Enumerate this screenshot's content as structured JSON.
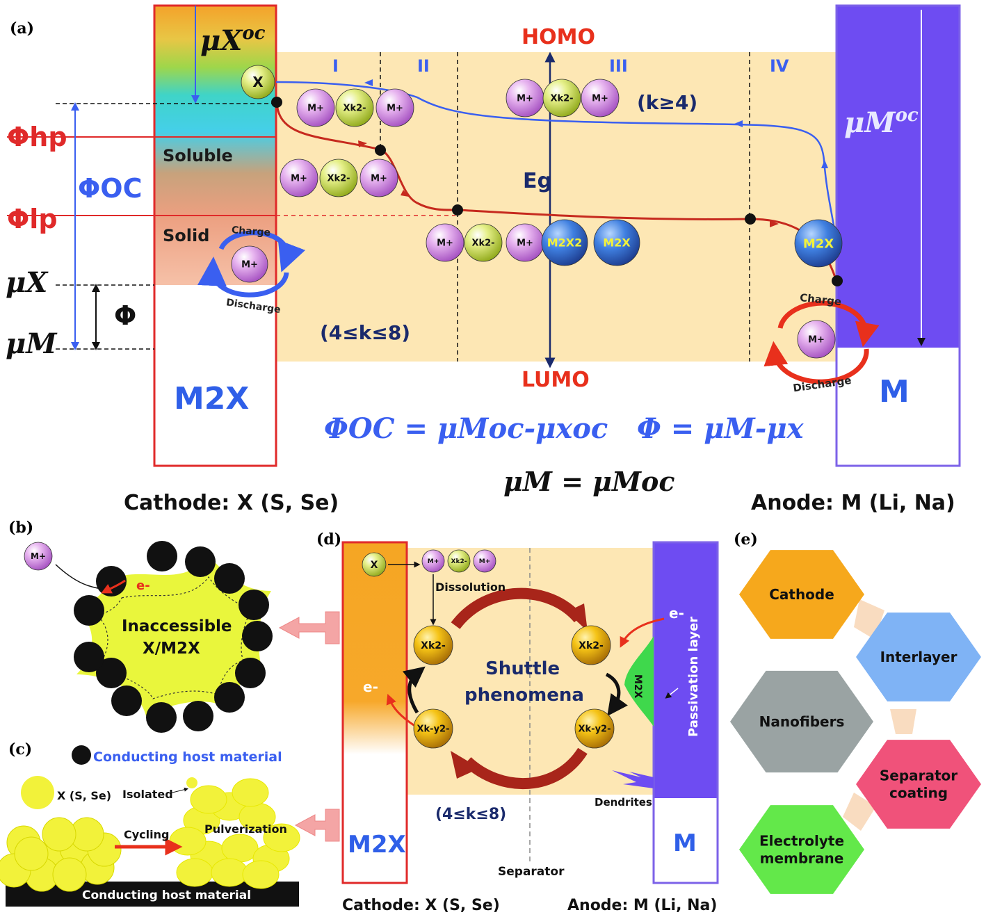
{
  "a": {
    "label": "(a)",
    "mu_x_oc": "μX",
    "oc_sup": "oc",
    "phi_hp": "Φhp",
    "phi_oc": "ΦOC",
    "phi_lp": "Φlp",
    "mu_x": "μX",
    "phi": "Φ",
    "mu_m": "μM",
    "soluble": "Soluble",
    "solid": "Solid",
    "charge": "Charge",
    "discharge": "Discharge",
    "cathode_box": "M2X",
    "anode_box": "M",
    "mu_m_oc": "μM",
    "homo": "HOMO",
    "lumo": "LUMO",
    "eg": "Eg",
    "regions": [
      "I",
      "II",
      "III",
      "IV"
    ],
    "k_ge4": "(k≥4)",
    "k_range": "(4≤k≤8)",
    "eq1": "ΦOC = μMoc-μxoc",
    "eq2": "Φ = μM-μx",
    "eq3": "μM = μMoc",
    "cathode": "Cathode: X (S, Se)",
    "anode": "Anode: M (Li, Na)",
    "species": {
      "x": "X",
      "m": "M+",
      "xk": "Xk2-",
      "m2x2": "M2X2",
      "m2x": "M2X"
    }
  },
  "b": {
    "label": "(b)",
    "m": "M+",
    "e": "e-",
    "center": [
      "Inaccessible",
      "X/M2X"
    ]
  },
  "c": {
    "label": "(c)",
    "legend_host": "Conducting host material",
    "x": "X (S, Se)",
    "isolated": "Isolated",
    "cycling": "Cycling",
    "pulverization": "Pulverization",
    "host": "Conducting host material"
  },
  "d": {
    "label": "(d)",
    "x": "X",
    "dissolution": "Dissolution",
    "shuttle": [
      "Shuttle",
      "phenomena"
    ],
    "xk": "Xk2-",
    "xky": "Xk-y2-",
    "e": "e-",
    "m2x": "M2X",
    "passivation": "Passivation layer",
    "dendrites": "Dendrites",
    "k_range": "(4≤k≤8)",
    "separator": "Separator",
    "cathode_box": "M2X",
    "anode_box": "M",
    "cathode": "Cathode: X (S, Se)",
    "anode": "Anode: M (Li, Na)"
  },
  "e": {
    "label": "(e)",
    "items": [
      "Cathode",
      "Interlayer",
      "Nanofibers",
      "Separator coating",
      "Electrolyte membrane"
    ],
    "colors": [
      "#f6a81c",
      "#7fb3f5",
      "#9aa3a3",
      "#f0527a",
      "#63e84a"
    ]
  }
}
